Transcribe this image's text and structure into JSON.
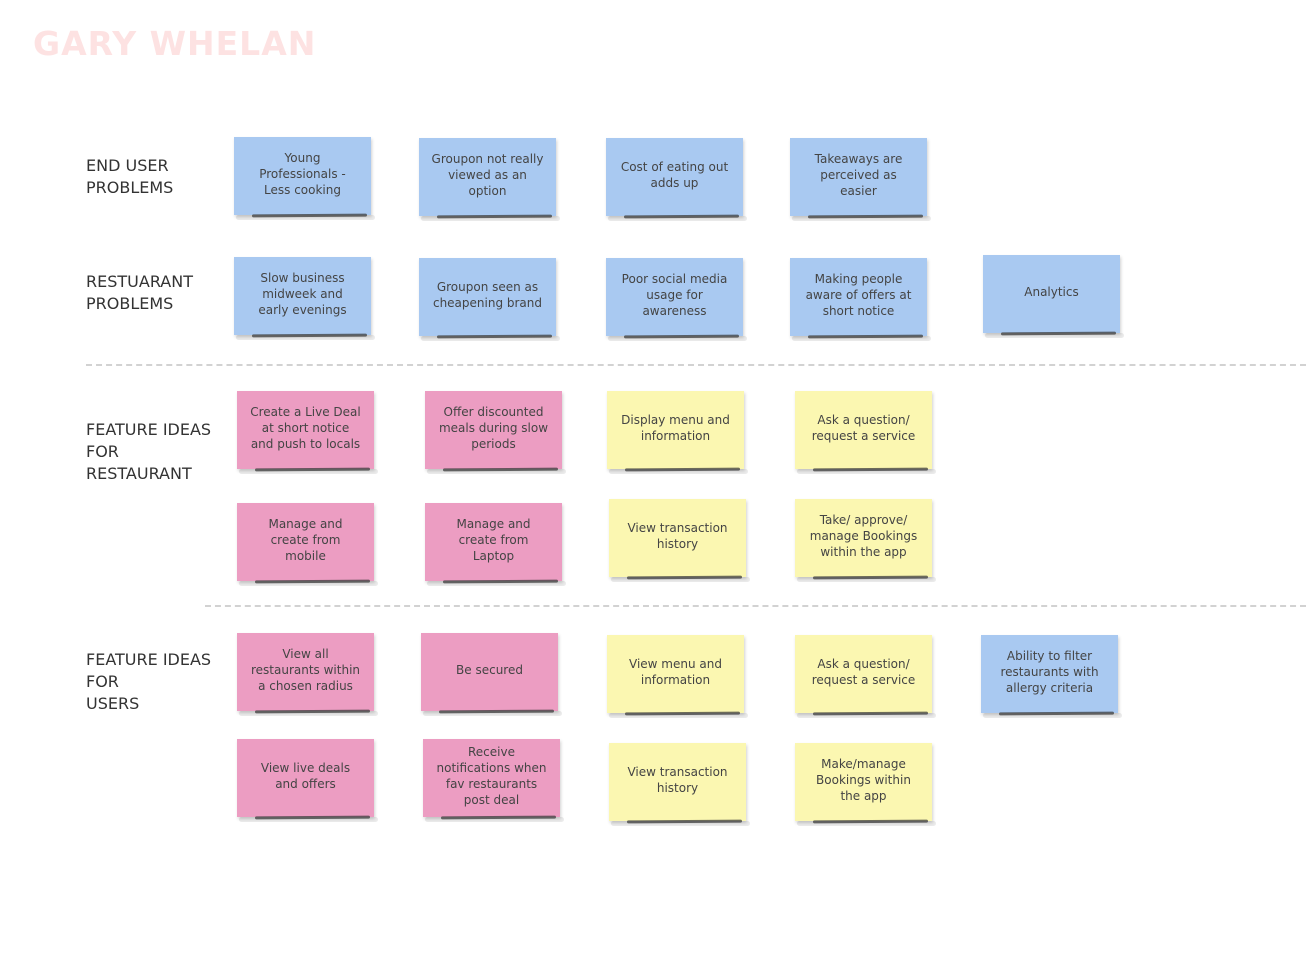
{
  "board": {
    "title": "GARY WHELAN"
  },
  "labels": {
    "end_user_problems": "END USER\nPROBLEMS",
    "restaurant_problems": "RESTUARANT\nPROBLEMS",
    "feature_ideas_restaurant": "FEATURE IDEAS\nFOR\nRESTAURANT",
    "feature_ideas_users": "FEATURE IDEAS\nFOR\nUSERS"
  },
  "colors": {
    "blue": "#a9c9f1",
    "pink": "#ec9dc2",
    "yellow": "#fbf7b1",
    "title": "#fde2e2"
  },
  "notes": {
    "end_user": [
      "Young Professionals - Less cooking",
      "Groupon not really viewed as an option",
      "Cost of eating out adds up",
      "Takeaways are perceived as easier"
    ],
    "restaurant": [
      "Slow business midweek and early evenings",
      "Groupon seen as cheapening brand",
      "Poor social media usage for awareness",
      "Making people aware of offers at short notice",
      "Analytics"
    ],
    "feature_restaurant_row1": [
      "Create a Live Deal at short notice and push to locals",
      "Offer discounted meals during slow periods",
      "Display menu and information",
      "Ask a question/ request a service"
    ],
    "feature_restaurant_row2": [
      "Manage and create from mobile",
      "Manage and create from Laptop",
      "View transaction history",
      "Take/ approve/ manage Bookings within the app"
    ],
    "feature_users_row1": [
      "View all restaurants within a chosen radius",
      "Be secured",
      "View menu and information",
      "Ask a question/ request a service",
      "Ability to filter restaurants with allergy criteria"
    ],
    "feature_users_row2": [
      "View live deals and offers",
      "Receive notifications when fav restaurants post deal",
      "View transaction history",
      "Make/manage Bookings within the app"
    ]
  }
}
